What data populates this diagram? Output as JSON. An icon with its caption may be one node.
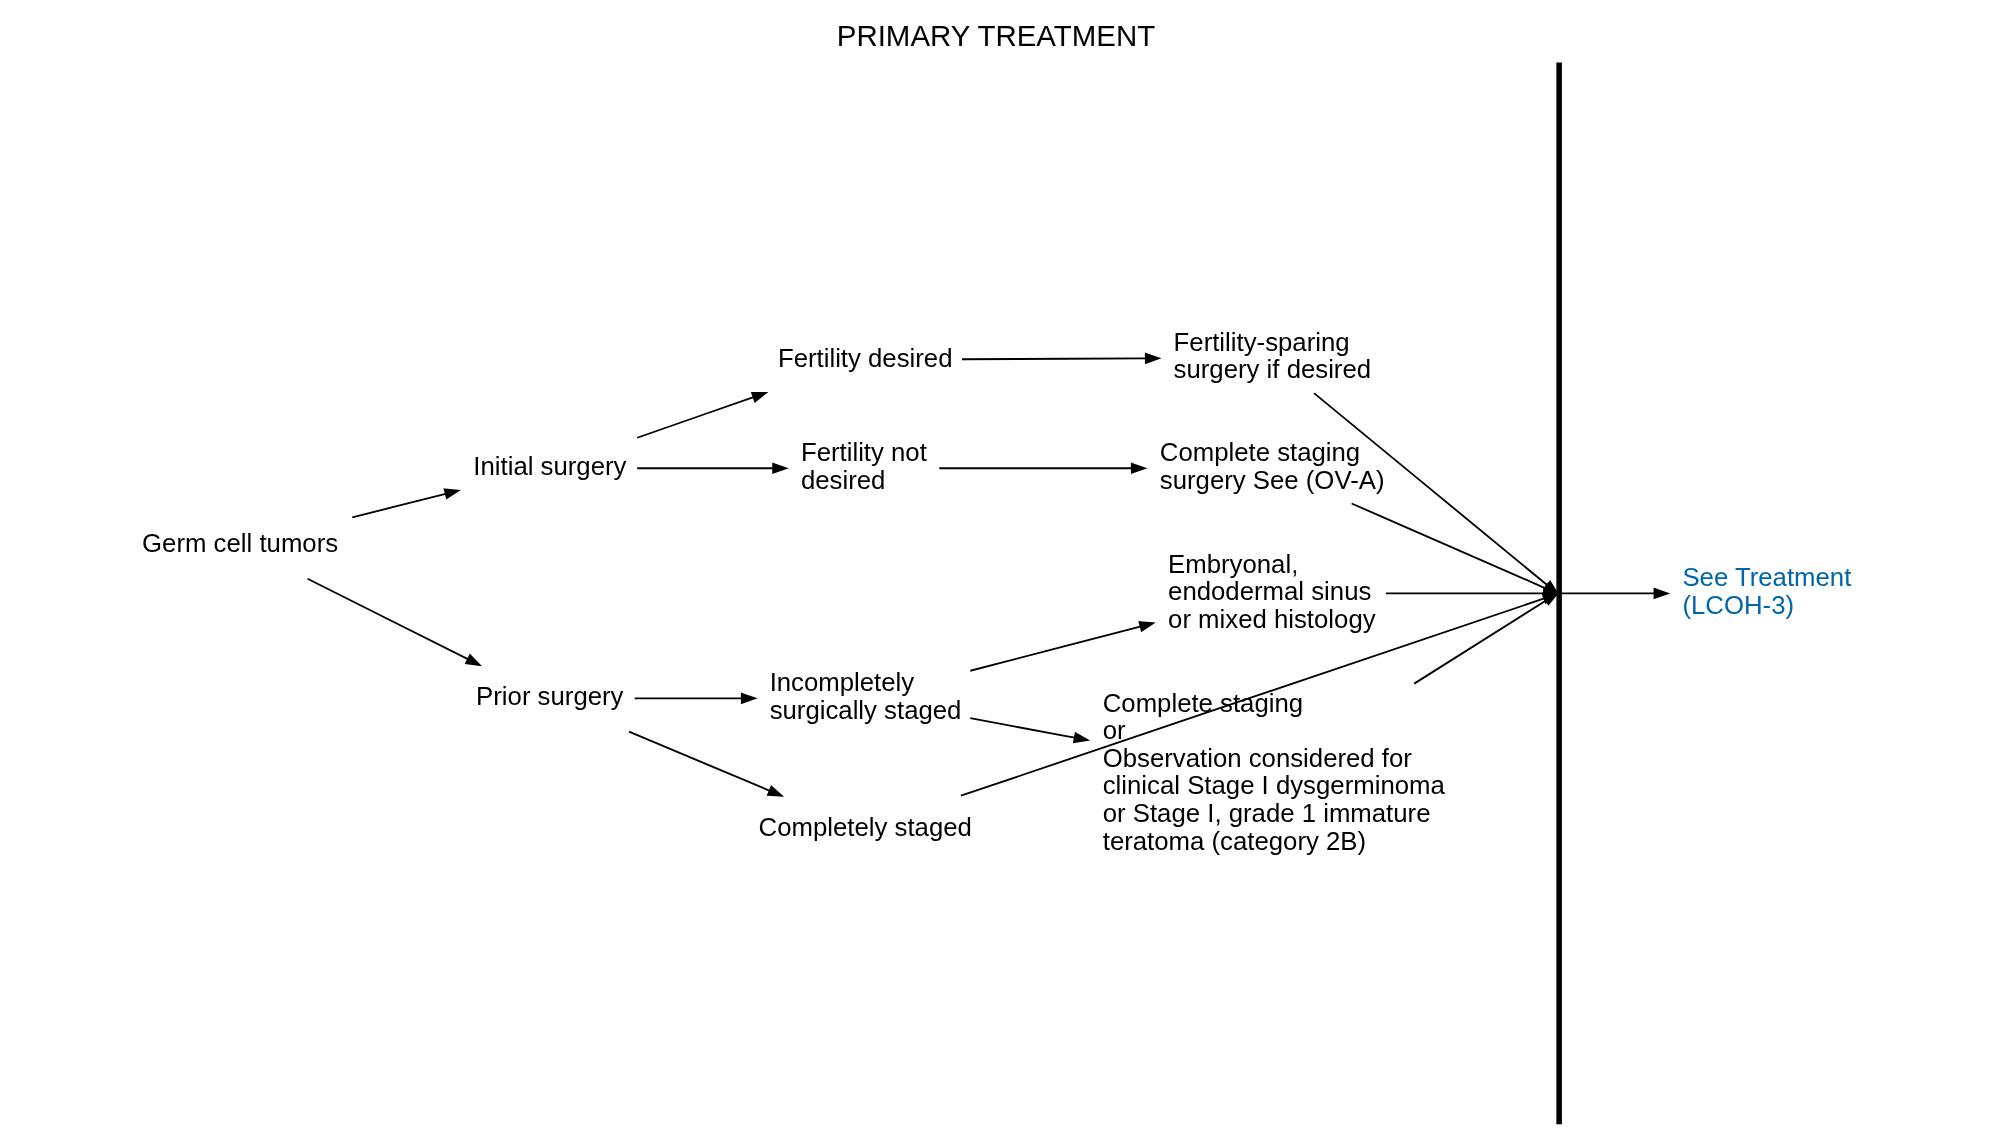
{
  "diagram": {
    "title": "PRIMARY TREATMENT",
    "nodes": [
      {
        "text": [
          "Germ cell tumors"
        ]
      },
      {
        "text": [
          "Initial surgery"
        ]
      },
      {
        "text": [
          "Prior surgery"
        ]
      },
      {
        "text": [
          "Fertility desired"
        ]
      },
      {
        "text": [
          "Fertility not desired"
        ]
      },
      {
        "text": [
          "Fertility-sparing surgery if desired"
        ]
      },
      {
        "text": [
          "Complete staging surgery See (OV-A)"
        ]
      },
      {
        "text": [
          "Incompletely surgically staged"
        ]
      },
      {
        "text": [
          "Completely staged"
        ]
      },
      {
        "text": [
          "Embryonal, endodermal sinus or mixed histology"
        ]
      },
      {
        "text": [
          "Complete staging",
          "or",
          "Observation considered for clinical Stage I dysgerminoma or Stage I, grade 1 immature teratoma (category 2B)"
        ]
      },
      {
        "text": [],
        "shape": "bar"
      },
      {
        "text": [
          "See Treatment (LCOH-3)"
        ]
      }
    ],
    "edges": [
      {
        "from": 0,
        "to": 1,
        "arrow": "to"
      },
      {
        "from": 0,
        "to": 2,
        "arrow": "to"
      },
      {
        "from": 1,
        "to": 3,
        "arrow": "to"
      },
      {
        "from": 1,
        "to": 4,
        "arrow": "to"
      },
      {
        "from": 3,
        "to": 5,
        "arrow": "to"
      },
      {
        "from": 4,
        "to": 6,
        "arrow": "to"
      },
      {
        "from": 2,
        "to": 7,
        "arrow": "to"
      },
      {
        "from": 2,
        "to": 8,
        "arrow": "to"
      },
      {
        "from": 7,
        "to": 9,
        "arrow": "to"
      },
      {
        "from": 7,
        "to": 10,
        "arrow": "to"
      },
      {
        "from": 5,
        "to": 11,
        "arrow": "to"
      },
      {
        "from": 6,
        "to": 11,
        "arrow": "to"
      },
      {
        "from": 9,
        "to": 11,
        "arrow": "to"
      },
      {
        "from": 10,
        "to": 11,
        "arrow": "to"
      },
      {
        "from": 8,
        "to": 11,
        "arrow": "to"
      },
      {
        "from": 11,
        "to": 12,
        "arrow": "to"
      }
    ]
  }
}
